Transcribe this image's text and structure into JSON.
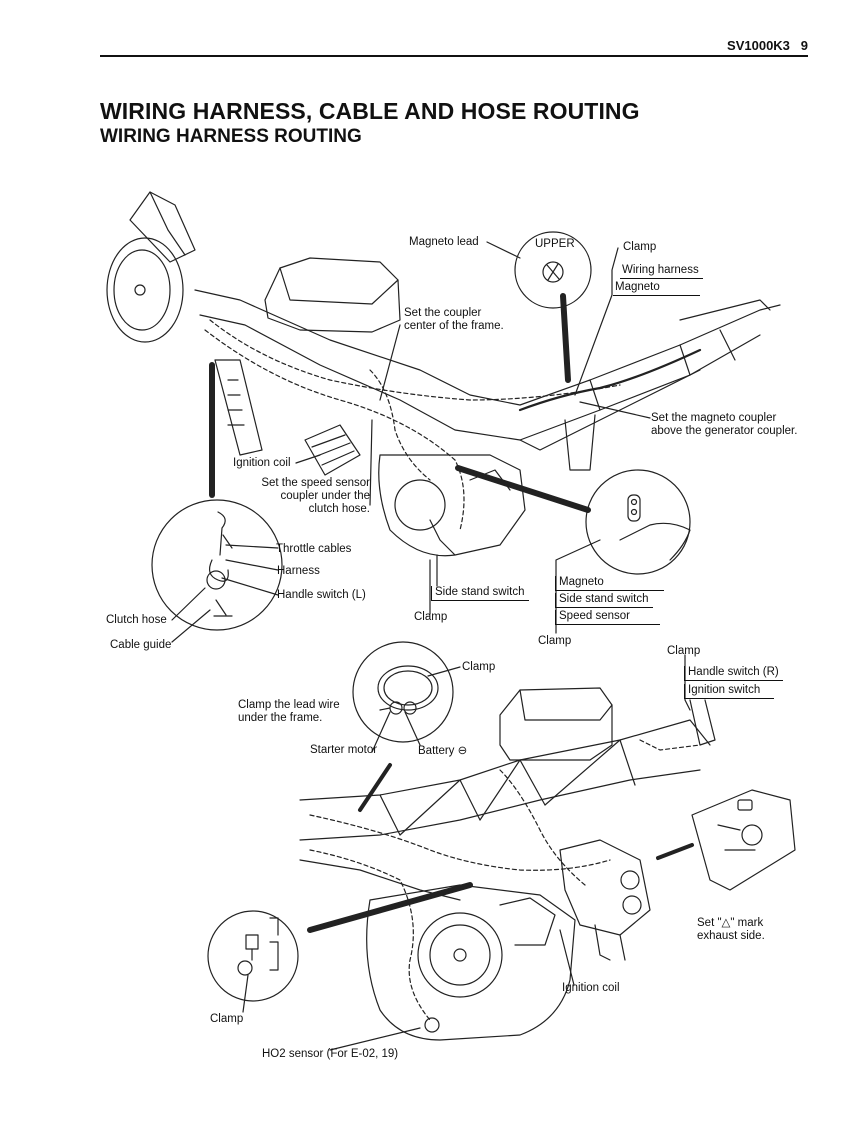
{
  "header": {
    "code": "SV1000K3",
    "page": "9"
  },
  "title": "WIRING HARNESS, CABLE AND HOSE ROUTING",
  "subtitle": "WIRING HARNESS ROUTING",
  "labels": {
    "magneto_lead": "Magneto lead",
    "upper": "UPPER",
    "clamp_top": "Clamp",
    "wiring_harness": "Wiring harness",
    "magneto_top": "Magneto",
    "set_coupler": "Set the coupler\ncenter of the frame.",
    "set_magneto_coupler": "Set the magneto coupler\nabove the generator coupler.",
    "ignition_coil_top": "Ignition coil",
    "set_speed_sensor": "Set the speed sensor\ncoupler under the\nclutch hose.",
    "throttle_cables": "Throttle cables",
    "harness": "Harness",
    "handle_switch_l": "Handle switch (L)",
    "clutch_hose": "Clutch hose",
    "cable_guide": "Cable guide",
    "side_stand_switch_mid": "Side stand switch",
    "clamp_mid": "Clamp",
    "magneto_right": "Magneto",
    "side_stand_switch_right": "Side stand switch",
    "speed_sensor": "Speed sensor",
    "clamp_right": "Clamp",
    "clamp_upper_right": "Clamp",
    "handle_switch_r": "Handle switch (R)",
    "ignition_switch": "Ignition switch",
    "clamp_circle": "Clamp",
    "clamp_lead_wire": "Clamp the lead wire\nunder the frame.",
    "starter_motor": "Starter motor",
    "battery": "Battery ⊖",
    "set_mark": "Set \"△\" mark\nexhaust side.",
    "ignition_coil_bottom": "Ignition coil",
    "clamp_bottom": "Clamp",
    "ho2_sensor": "HO2 sensor (For E-02, 19)"
  }
}
